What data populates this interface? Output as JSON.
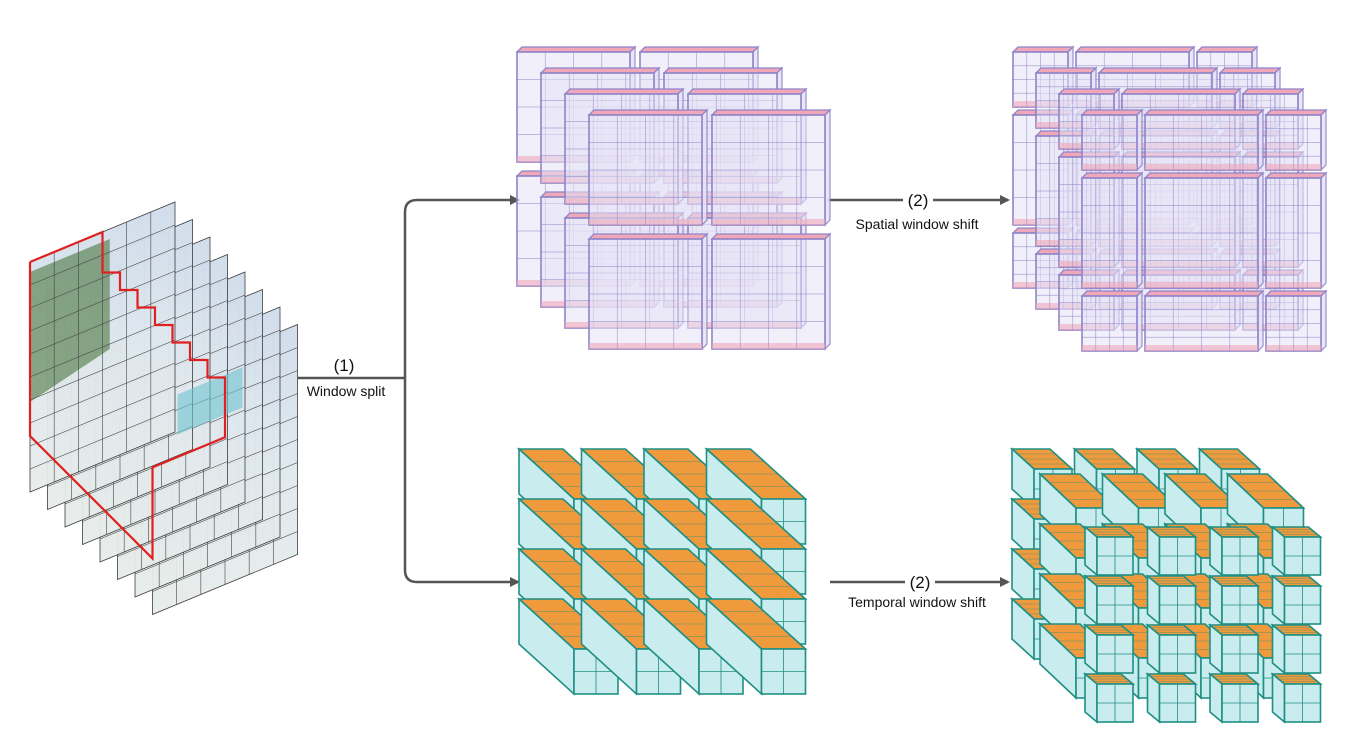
{
  "labels": {
    "step1_number": "(1)",
    "step1_text": "Window split",
    "step2_spatial_number": "(2)",
    "step2_spatial_text": "Spatial window shift",
    "step2_temporal_number": "(2)",
    "step2_temporal_text": "Temporal window shift"
  },
  "colors": {
    "arrow": "#555555",
    "frame_highlight": "#e02020",
    "spatial_edge": "#8f84c9",
    "spatial_face": "#e6e3f6",
    "spatial_top": "#f0a7b8",
    "temporal_edge": "#1f8f84",
    "temporal_face": "#c9ecef",
    "temporal_top": "#ef9a3c",
    "sky": "#d7e4ee",
    "foliage": "#3d6b2e",
    "water": "#6ec3cf"
  }
}
